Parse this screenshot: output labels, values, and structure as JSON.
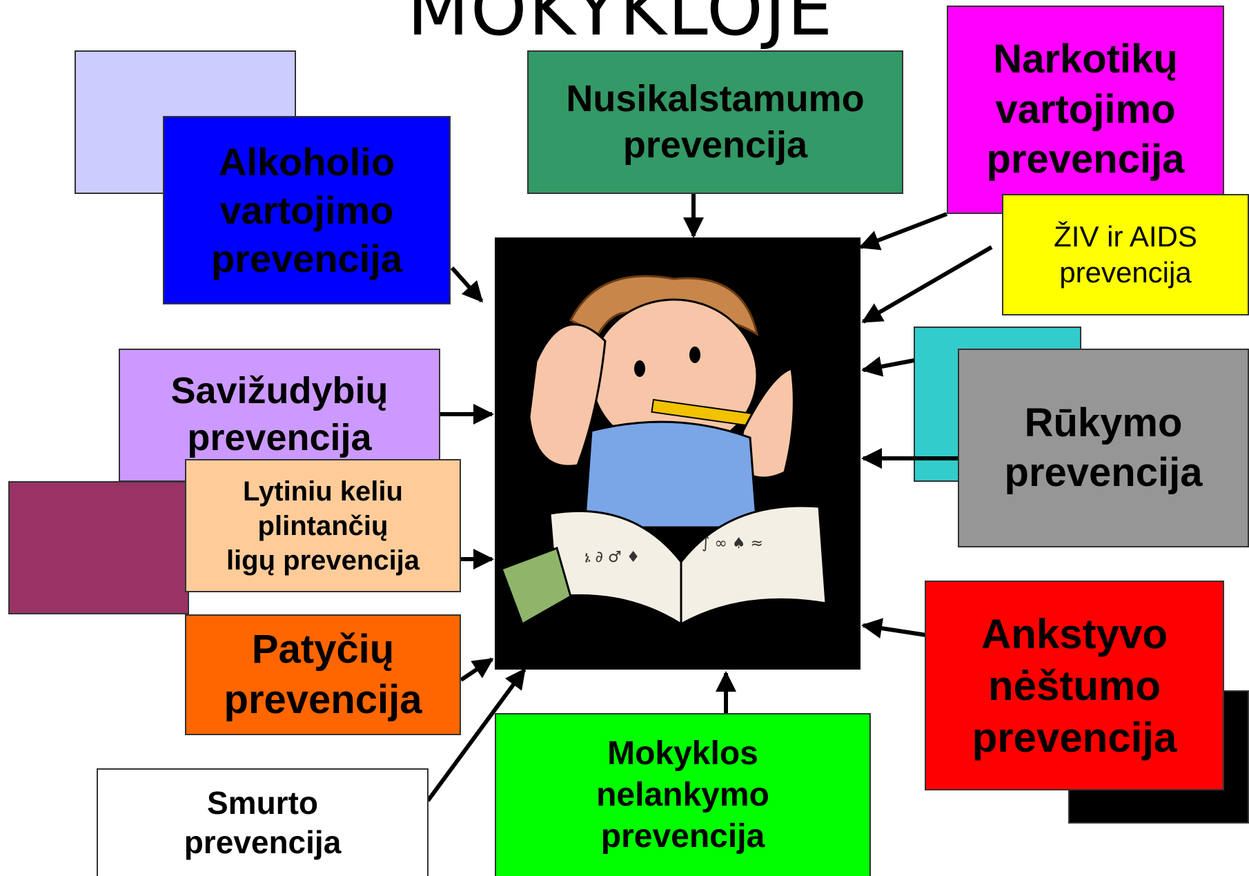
{
  "title": "MOKYKLOJE",
  "colors": {
    "alkoholis": "#0000ff",
    "nusikalstamumas": "#339966",
    "narkotikai": "#ff00ff",
    "ziv": "#ffff00",
    "rukymas": "#969696",
    "rukymas_back": "#33cccc",
    "savizudybes": "#cc99ff",
    "lytines": "#ffcc99",
    "lytines_back": "#993366",
    "patycios": "#ff6600",
    "smurtas": "#ffffff",
    "mokyklos": "#00ff00",
    "nestumas": "#ff0000",
    "decor_lavender": "#ccccff",
    "decor_black": "#000000"
  },
  "boxes": {
    "alkoholis": "Alkoholio\nvartojimo\nprevencija",
    "nusikalstamumas": "Nusikalstamumo\nprevencija",
    "narkotikai": "Narkotikų\nvartojimo\nprevencija",
    "ziv": "ŽIV ir AIDS\nprevencija",
    "rukymas": "Rūkymo\nprevencija",
    "savizudybes": "Savižudybių\nprevencija",
    "lytines": "Lytiniu keliu\nplintančių\nligų prevencija",
    "patycios": "Patyčių\nprevencija",
    "smurtas": "Smurto\nprevencija",
    "mokyklos": "Mokyklos\nnelankymo\nprevencija",
    "nestumas": "Ankstyvo\nnėštumo\nprevencija"
  }
}
